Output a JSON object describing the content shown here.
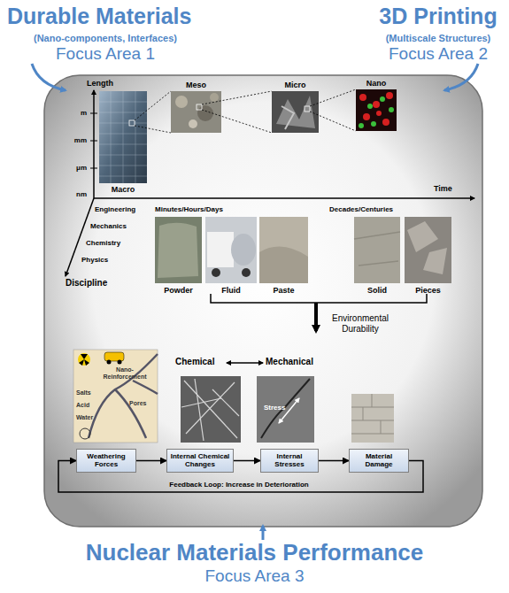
{
  "diagram": {
    "nodes": [
      {
        "text": [
          "Weathering Forces"
        ]
      },
      {
        "text": [
          "Internal Chemical Changes"
        ]
      },
      {
        "text": [
          "Internal Stresses"
        ]
      },
      {
        "text": [
          "Material Damage"
        ]
      }
    ],
    "edges": [
      {
        "from": 0,
        "to": 1,
        "arrow": "to"
      },
      {
        "from": 1,
        "to": 2,
        "arrow": "to"
      },
      {
        "from": 2,
        "to": 3,
        "arrow": "to"
      },
      {
        "from": 3,
        "to": 0,
        "arrow": "to",
        "label": "Feedback Loop: Increase in Deterioration"
      }
    ],
    "labels": [
      "Durable Materials",
      "(Nano-components, Interfaces)",
      "Focus Area 1",
      "3D Printing",
      "(Multiscale Structures)",
      "Focus Area 2",
      "Length",
      "m",
      "mm",
      "μm",
      "nm",
      "Macro",
      "Meso",
      "Micro",
      "Nano",
      "Time",
      "Engineering",
      "Mechanics",
      "Chemistry",
      "Physics",
      "Discipline",
      "Minutes/Hours/Days",
      "Decades/Centuries",
      "Powder",
      "Fluid",
      "Paste",
      "Solid",
      "Pieces",
      "Environmental Durability",
      "Nano-Reinforcement",
      "Pores",
      "Salts",
      "Acid",
      "Water",
      "Chemical",
      "Mechanical",
      "Stress",
      "Nuclear Materials Performance",
      "Focus Area 3"
    ]
  }
}
